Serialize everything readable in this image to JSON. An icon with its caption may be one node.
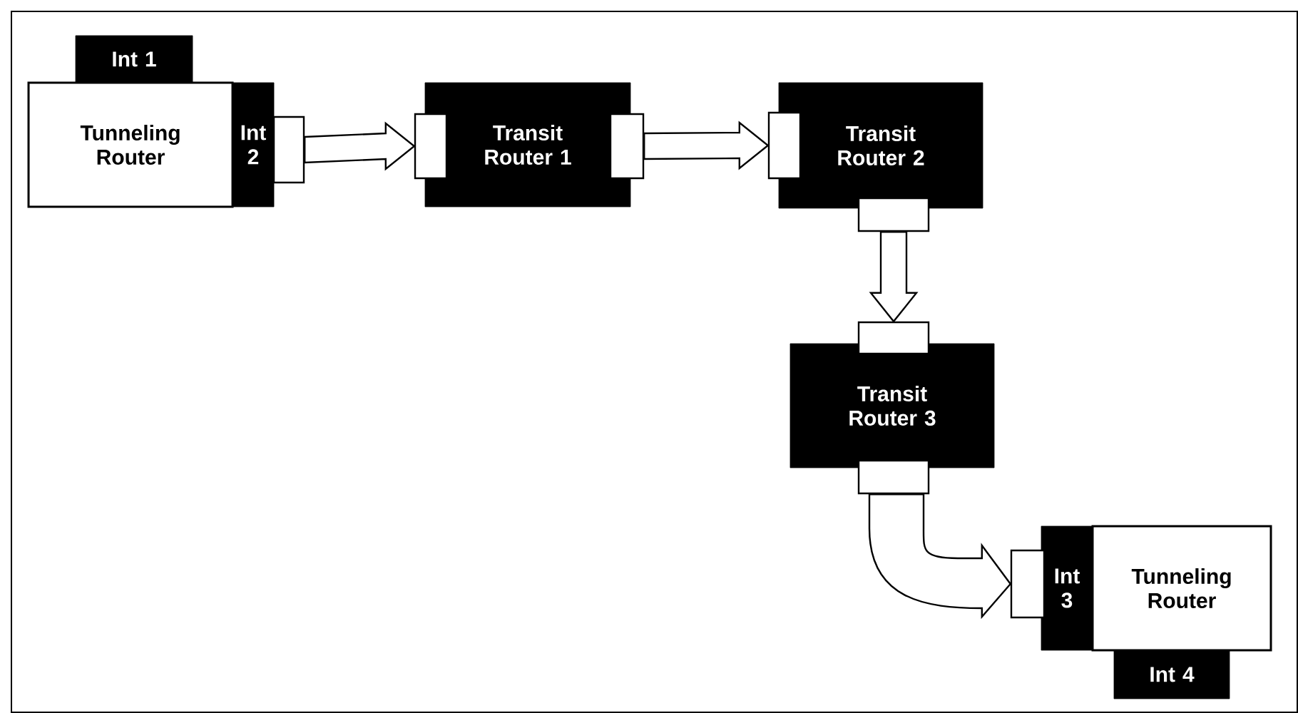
{
  "diagram": {
    "nodes": [
      {
        "text": [
          "Tunneling Router"
        ]
      },
      {
        "text": [
          "Int 1"
        ]
      },
      {
        "text": [
          "Int 2"
        ]
      },
      {
        "text": [],
        "shape": "box"
      },
      {
        "text": [
          "Transit Router 1"
        ]
      },
      {
        "text": [],
        "shape": "box"
      },
      {
        "text": [],
        "shape": "box"
      },
      {
        "text": [
          "Transit Router 2"
        ]
      },
      {
        "text": [],
        "shape": "box"
      },
      {
        "text": [],
        "shape": "box"
      },
      {
        "text": [
          "Transit Router 3"
        ]
      },
      {
        "text": [],
        "shape": "box"
      },
      {
        "text": [],
        "shape": "box"
      },
      {
        "text": [
          "Int 3"
        ]
      },
      {
        "text": [
          "Tunneling Router"
        ]
      },
      {
        "text": [],
        "shape": "box"
      },
      {
        "text": [
          "Int 4"
        ]
      }
    ],
    "edges": [
      {
        "from": 3,
        "to": 5,
        "arrow": "to"
      },
      {
        "from": 6,
        "to": 8,
        "arrow": "to"
      },
      {
        "from": 9,
        "to": 11,
        "arrow": "to"
      },
      {
        "from": 12,
        "to": 15,
        "arrow": "to"
      }
    ]
  }
}
